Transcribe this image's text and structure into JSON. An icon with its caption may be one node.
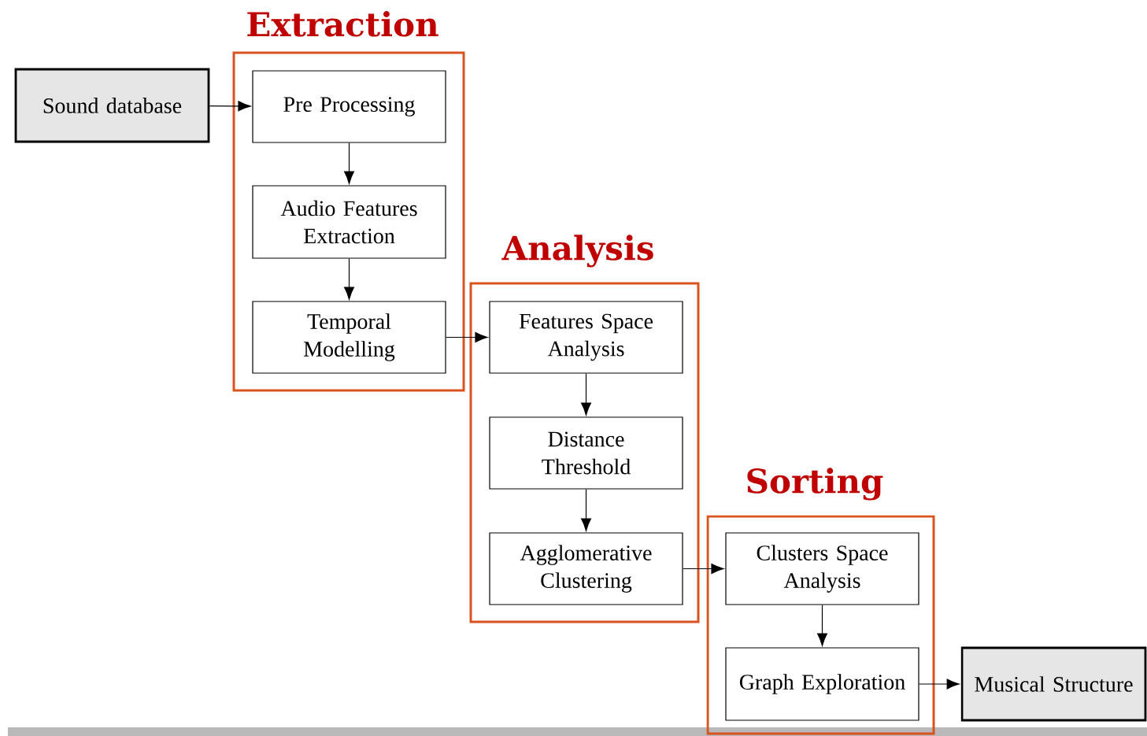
{
  "diagram": {
    "nodes": [
      {
        "text": [
          "Sound database"
        ]
      },
      {
        "text": [
          "Extraction"
        ]
      },
      {
        "text": [
          "Pre Processing"
        ],
        "in": 1
      },
      {
        "text": [
          "Audio Features Extraction"
        ],
        "in": 1
      },
      {
        "text": [
          "Temporal Modelling"
        ],
        "in": 1
      },
      {
        "text": [
          "Analysis"
        ]
      },
      {
        "text": [
          "Features Space Analysis"
        ],
        "in": 5
      },
      {
        "text": [
          "Distance Threshold"
        ],
        "in": 5
      },
      {
        "text": [
          "Agglomerative Clustering"
        ],
        "in": 5
      },
      {
        "text": [
          "Sorting"
        ]
      },
      {
        "text": [
          "Clusters Space Analysis"
        ],
        "in": 9
      },
      {
        "text": [
          "Graph Exploration"
        ],
        "in": 9
      },
      {
        "text": [
          "Musical Structure"
        ]
      }
    ],
    "edges": [
      {
        "from": 0,
        "to": 2,
        "arrow": "to"
      },
      {
        "from": 2,
        "to": 3,
        "arrow": "to"
      },
      {
        "from": 3,
        "to": 4,
        "arrow": "to"
      },
      {
        "from": 4,
        "to": 6,
        "arrow": "to"
      },
      {
        "from": 6,
        "to": 7,
        "arrow": "to"
      },
      {
        "from": 7,
        "to": 8,
        "arrow": "to"
      },
      {
        "from": 8,
        "to": 10,
        "arrow": "to"
      },
      {
        "from": 10,
        "to": 11,
        "arrow": "to"
      },
      {
        "from": 11,
        "to": 12,
        "arrow": "to"
      }
    ]
  }
}
